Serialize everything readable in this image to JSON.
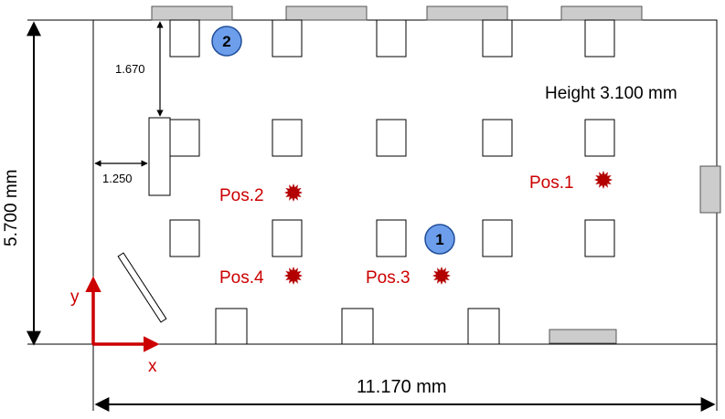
{
  "room": {
    "height_label": "Height 3.100 mm",
    "width_label": "11.170 mm",
    "depth_label": "5.700 mm"
  },
  "dimensions": {
    "offset_y_label": "1.670",
    "offset_x_label": "1.250"
  },
  "axes": {
    "x_label": "x",
    "y_label": "y",
    "color": "#cc0000"
  },
  "positions": [
    {
      "label": "Pos.1"
    },
    {
      "label": "Pos.2"
    },
    {
      "label": "Pos.3"
    },
    {
      "label": "Pos.4"
    }
  ],
  "markers": [
    {
      "label": "1"
    },
    {
      "label": "2"
    }
  ],
  "colors": {
    "position_text": "#cc0000",
    "position_star": "#b30000",
    "marker_fill": "#6d9eeb",
    "marker_stroke": "#1f4e99",
    "window_fill": "#cccccc"
  }
}
